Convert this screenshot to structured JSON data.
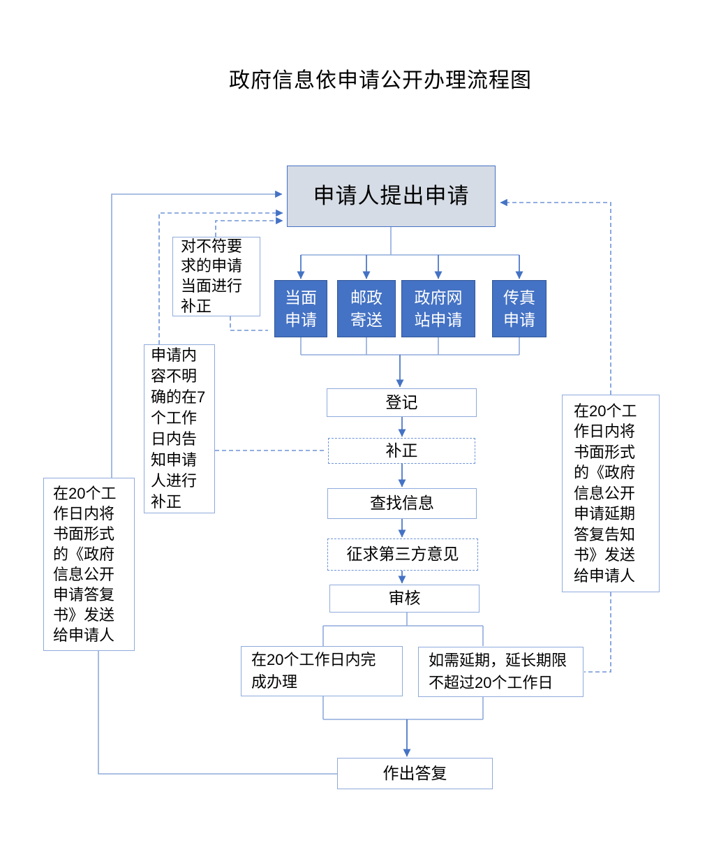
{
  "title": "政府信息依申请公开办理流程图",
  "colors": {
    "accent_blue": "#4472C4",
    "channel_border": "#2F5597",
    "light_line": "#8FAADC",
    "dashed_line": "#6E93D6",
    "start_fill": "#D6DCE5"
  },
  "flow": {
    "start": "申请人提出申请",
    "channels": [
      "当面\n申请",
      "邮政\n寄送",
      "政府网\n站申请",
      "传真\n申请"
    ],
    "steps": {
      "register": "登记",
      "supplement": "补正",
      "search_info": "查找信息",
      "third_party": "征求第三方意见",
      "review": "审核"
    },
    "outcomes": {
      "complete": "在20个工作日内完\n成办理",
      "extension": "如需延期，延长期限\n不超过20个工作日"
    },
    "reply": "作出答复",
    "notes": {
      "onsite_correction": "对不符要\n求的申请\n当面进行\n补正",
      "unclear_content": "申请内\n容不明\n确的在7\n个工作\n日内告\n知申请\n人进行\n补正",
      "reply_letter": "在20个工\n作日内将\n书面形式\n的《政府\n信息公开\n申请答复\n书》发送\n给申请人",
      "extension_letter": "在20个工\n作日内将\n书面形式\n的《政府\n信息公开\n申请延期\n答复告知\n书》发送\n给申请人"
    }
  }
}
